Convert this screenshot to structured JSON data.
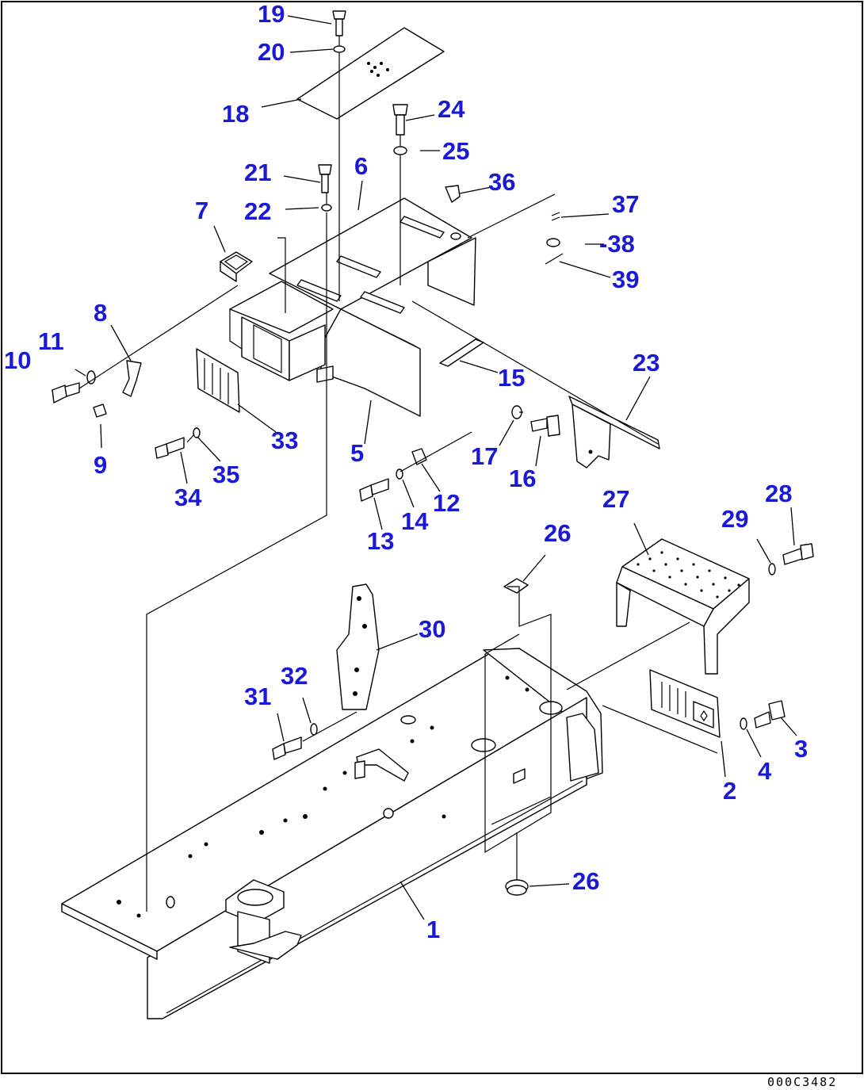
{
  "diagram": {
    "drawing_code": "000C3482",
    "callouts": [
      {
        "id": "c19",
        "label": "19"
      },
      {
        "id": "c20",
        "label": "20"
      },
      {
        "id": "c18",
        "label": "18"
      },
      {
        "id": "c24",
        "label": "24"
      },
      {
        "id": "c25",
        "label": "25"
      },
      {
        "id": "c21",
        "label": "21"
      },
      {
        "id": "c6",
        "label": "6"
      },
      {
        "id": "c36",
        "label": "36"
      },
      {
        "id": "c7",
        "label": "7"
      },
      {
        "id": "c22",
        "label": "22"
      },
      {
        "id": "c37",
        "label": "37"
      },
      {
        "id": "c38",
        "label": "-38"
      },
      {
        "id": "c39",
        "label": "39"
      },
      {
        "id": "c8",
        "label": "8"
      },
      {
        "id": "c11",
        "label": "11"
      },
      {
        "id": "c10",
        "label": "10"
      },
      {
        "id": "c23",
        "label": "23"
      },
      {
        "id": "c15",
        "label": "15"
      },
      {
        "id": "c33",
        "label": "33"
      },
      {
        "id": "c5",
        "label": "5"
      },
      {
        "id": "c9",
        "label": "9"
      },
      {
        "id": "c35",
        "label": "35"
      },
      {
        "id": "c34",
        "label": "34"
      },
      {
        "id": "c17",
        "label": "17"
      },
      {
        "id": "c16",
        "label": "16"
      },
      {
        "id": "c12",
        "label": "12"
      },
      {
        "id": "c14",
        "label": "14"
      },
      {
        "id": "c13",
        "label": "13"
      },
      {
        "id": "c27",
        "label": "27"
      },
      {
        "id": "c28",
        "label": "28"
      },
      {
        "id": "c29",
        "label": "29"
      },
      {
        "id": "c26a",
        "label": "26"
      },
      {
        "id": "c30",
        "label": "30"
      },
      {
        "id": "c32",
        "label": "32"
      },
      {
        "id": "c31",
        "label": "31"
      },
      {
        "id": "c3",
        "label": "3"
      },
      {
        "id": "c4",
        "label": "4"
      },
      {
        "id": "c2",
        "label": "2"
      },
      {
        "id": "c26b",
        "label": "26"
      },
      {
        "id": "c1",
        "label": "1"
      }
    ]
  }
}
